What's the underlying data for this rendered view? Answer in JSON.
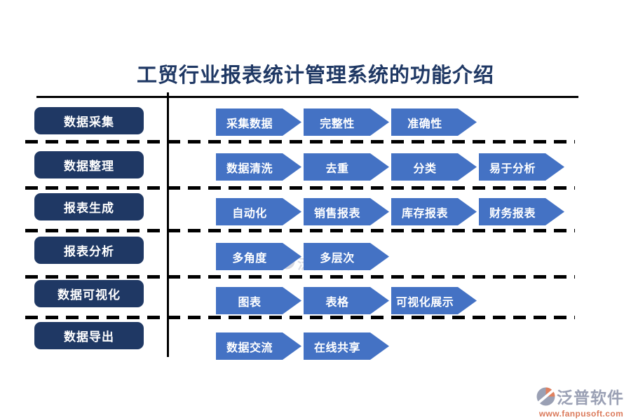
{
  "title": "工贸行业报表统计管理系统的功能介绍",
  "rows": [
    {
      "category": "数据采集",
      "items": [
        "采集数据",
        "完整性",
        "准确性"
      ]
    },
    {
      "category": "数据整理",
      "items": [
        "数据清洗",
        "去重",
        "分类",
        "易于分析"
      ]
    },
    {
      "category": "报表生成",
      "items": [
        "自动化",
        "销售报表",
        "库存报表",
        "财务报表"
      ]
    },
    {
      "category": "报表分析",
      "items": [
        "多角度",
        "多层次"
      ]
    },
    {
      "category": "数据可视化",
      "items": [
        "图表",
        "表格",
        "可视化展示"
      ]
    },
    {
      "category": "数据导出",
      "items": [
        "数据交流",
        "在线共享"
      ]
    }
  ],
  "watermark": {
    "text": "泛普软件"
  },
  "branding": {
    "name": "泛普软件",
    "website": "www.fanpusoft.com"
  },
  "colors": {
    "title": "#1F3864",
    "category_box": "#1F3864",
    "arrow": "#4472C4",
    "line": "#000000",
    "logo_text": "#9AA0B4",
    "logo_url": "#DB7A5B",
    "logo_orange": "#E0805E"
  }
}
